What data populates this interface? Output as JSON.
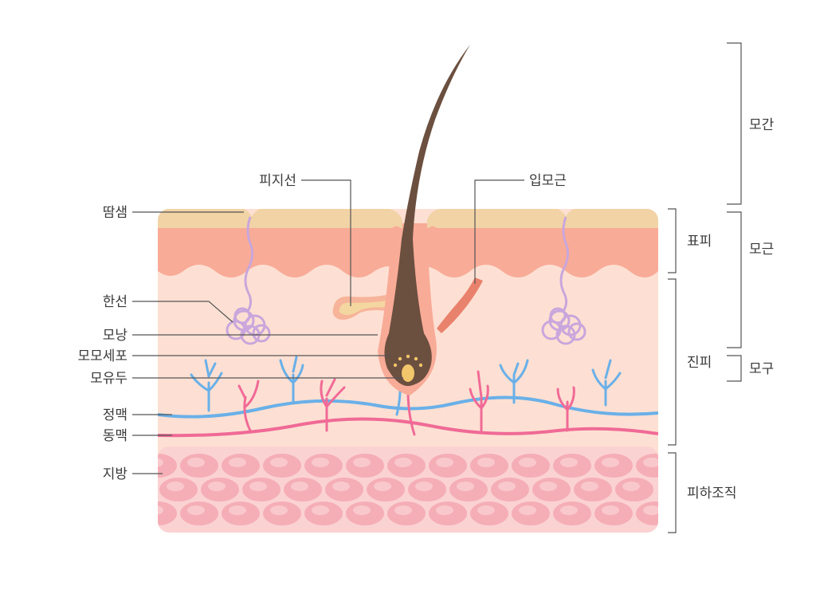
{
  "labels": {
    "sweat_gland_duct": "땀샘",
    "sebaceous_gland": "피지선",
    "arrector_pili": "입모근",
    "sweat_gland": "한선",
    "hair_follicle": "모낭",
    "matrix_cells": "모모세포",
    "dermal_papilla": "모유두",
    "vein": "정맥",
    "artery": "동맥",
    "fat": "지방"
  },
  "layers": {
    "epidermis": "표피",
    "dermis": "진피",
    "subcutis": "피하조직"
  },
  "hair_parts": {
    "shaft": "모간",
    "root": "모근",
    "bulb": "모구"
  },
  "colors": {
    "hair": "#6b4f3f",
    "stratum_corneum": "#f1d3a6",
    "epidermis": "#f8ab97",
    "dermis": "#fde0d3",
    "vein": "#6ab0e8",
    "artery": "#f06a96",
    "fat_cell": "#f5aeb6",
    "sweat_gland": "#c9a6dc",
    "sebaceous_gland": "#f4d7a0",
    "papilla": "#f2c66b",
    "muscle": "#e9826c"
  }
}
